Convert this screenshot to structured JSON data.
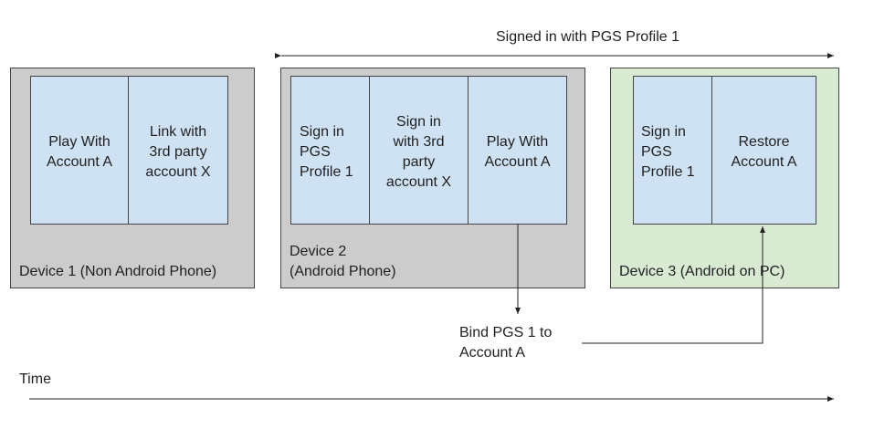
{
  "devices": [
    {
      "label": "Device 1 (Non Android Phone)",
      "background": "#cccccc",
      "steps": [
        "Play With\nAccount A",
        "Link with\n3rd party\naccount X"
      ]
    },
    {
      "label": "Device 2\n(Android Phone)",
      "background": "#cccccc",
      "steps": [
        "Sign in\nPGS\nProfile 1",
        "Sign in\nwith 3rd\nparty\naccount X",
        "Play With\nAccount A"
      ]
    },
    {
      "label": "Device 3 (Android on PC)",
      "background": "#d9ead3",
      "steps": [
        "Sign in\nPGS\nProfile 1",
        "Restore\nAccount A"
      ]
    }
  ],
  "signed_in_span_label": "Signed in with PGS Profile 1",
  "bind_label": "Bind PGS 1 to\nAccount A",
  "time_label": "Time",
  "colors": {
    "device_gray": "#cccccc",
    "device_green": "#d9ead3",
    "step_blue": "#cfe2f3",
    "line": "#222222"
  }
}
